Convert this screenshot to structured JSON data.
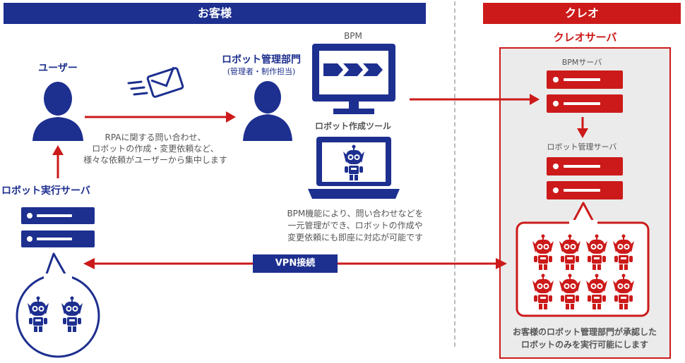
{
  "header": {
    "customer": "お客様",
    "creo": "クレオ"
  },
  "left": {
    "user_label": "ユーザー",
    "robot_dept_label": "ロボット管理部門",
    "robot_dept_sub": "(管理者・制作担当)",
    "inquiry_text_1": "RPAに関する問い合わせ、",
    "inquiry_text_2": "ロボットの作成・変更依頼など、",
    "inquiry_text_3": "様々な依頼がユーザーから集中します",
    "bpm_label": "BPM",
    "robot_tool_label": "ロボット作成ツール",
    "bpm_desc_1": "BPM機能により、問い合わせなどを",
    "bpm_desc_2": "一元管理ができ、ロボットの作成や",
    "bpm_desc_3": "変更依頼にも即座に対応が可能です",
    "robot_exec_server": "ロボット実行サーバ",
    "vpn_label": "VPN接続"
  },
  "right": {
    "creo_server_title": "クレオサーバ",
    "bpm_server": "BPMサーバ",
    "robot_mgmt_server": "ロボット管理サーバ",
    "approved_text_1": "お客様のロボット管理部門が承認した",
    "approved_text_2": "ロボットのみを実行可能にします"
  },
  "colors": {
    "blue": "#1d2f8f",
    "red": "#cc1a1a",
    "light_gray": "#ebebeb"
  }
}
